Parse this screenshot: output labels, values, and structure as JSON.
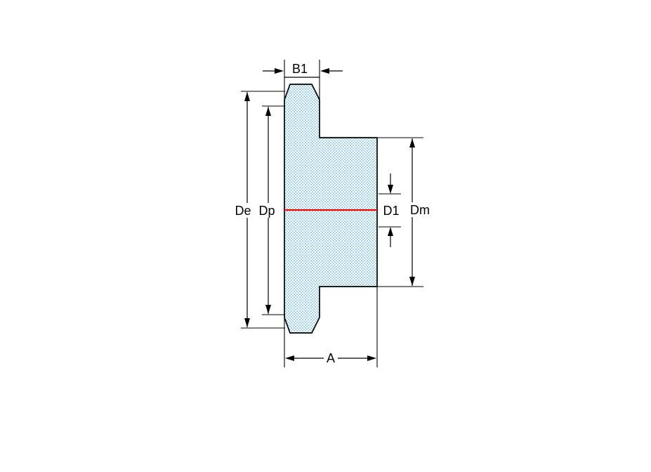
{
  "diagram": {
    "labels": {
      "b1": "B1",
      "de": "De",
      "dp": "Dp",
      "d1": "D1",
      "dm": "Dm",
      "a": "A"
    },
    "colors": {
      "outline": "#000000",
      "dimension": "#000000",
      "centerline": "#ff0000",
      "fill_dot": "#84c8de",
      "fill_bg": "#ffffff",
      "background": "#ffffff"
    }
  }
}
